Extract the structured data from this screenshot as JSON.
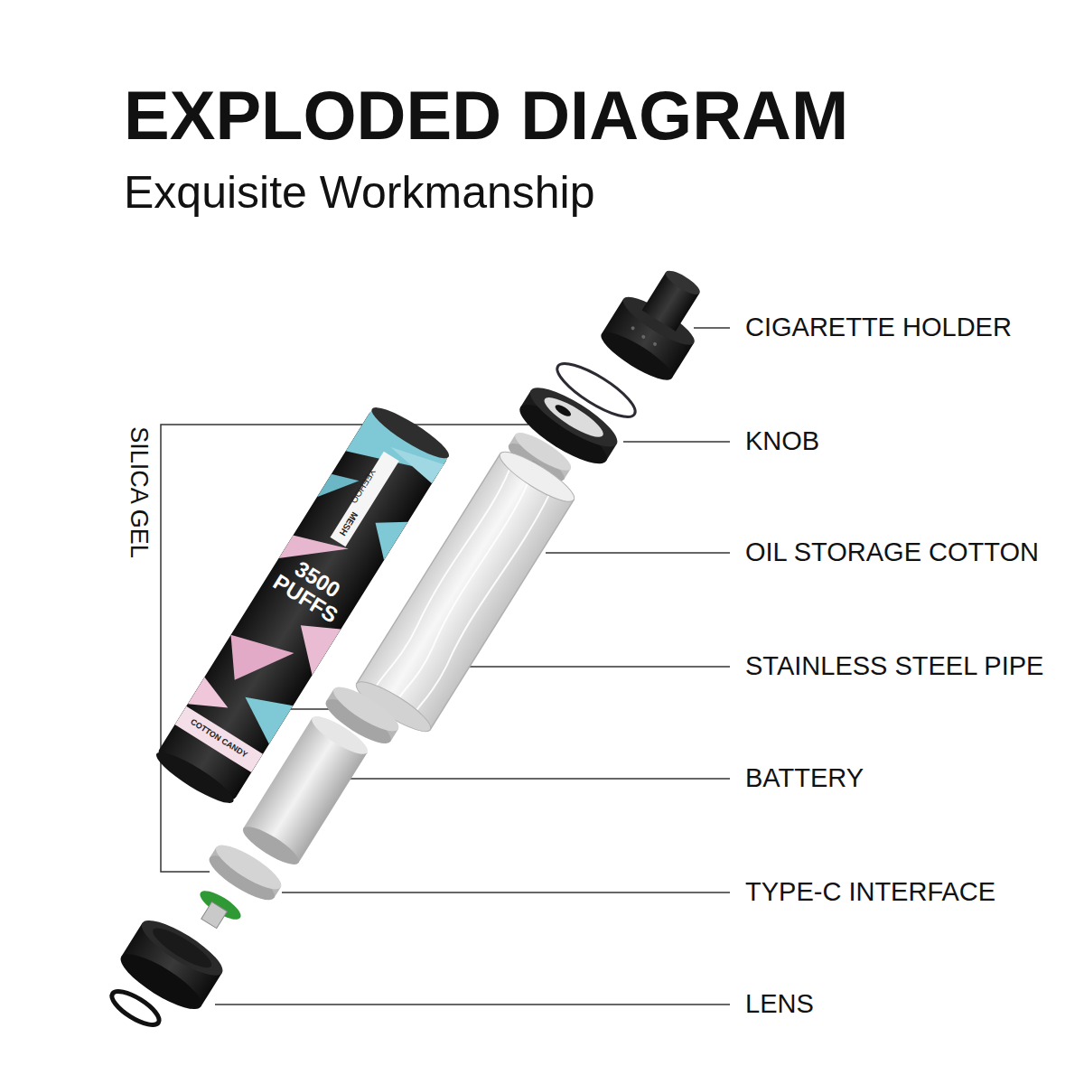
{
  "diagram": {
    "title": "EXPLODED DIAGRAM",
    "labels": [
      "Exquisite Workmanship",
      "SILICA GEL",
      "CIGARETTE HOLDER",
      "KNOB",
      "OIL STORAGE COTTON",
      "STAINLESS STEEL PIPE",
      "BATTERY",
      "TYPE-C INTERFACE",
      "LENS",
      "YEEHOO",
      "MESH",
      "3500 PUFFS",
      "COTTON CANDY"
    ]
  }
}
